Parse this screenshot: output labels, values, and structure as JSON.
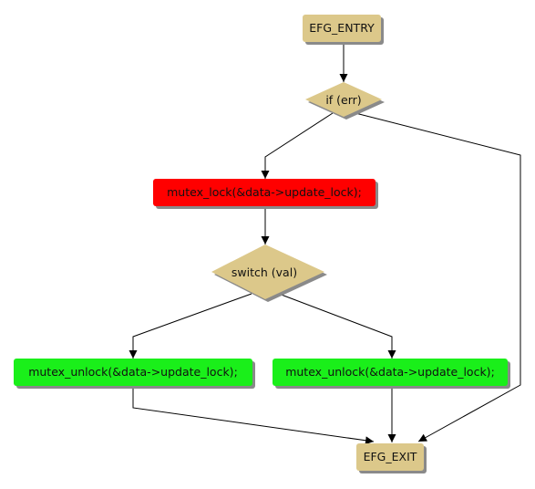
{
  "nodes": {
    "entry": {
      "label": "EFG_ENTRY",
      "fill": "#dcc88a"
    },
    "if_err": {
      "label": "if (err)",
      "fill": "#dcc88a"
    },
    "mutex_lock": {
      "label": "mutex_lock(&data->update_lock);",
      "fill": "#ff0000"
    },
    "switch_val": {
      "label": "switch (val)",
      "fill": "#dcc88a"
    },
    "unlock_left": {
      "label": "mutex_unlock(&data->update_lock);",
      "fill": "#1aef1a"
    },
    "unlock_right": {
      "label": "mutex_unlock(&data->update_lock);",
      "fill": "#1aef1a"
    },
    "exit": {
      "label": "EFG_EXIT",
      "fill": "#dcc88a"
    }
  },
  "edges": [
    {
      "from": "entry",
      "to": "if_err"
    },
    {
      "from": "if_err",
      "to": "mutex_lock"
    },
    {
      "from": "if_err",
      "to": "exit"
    },
    {
      "from": "mutex_lock",
      "to": "switch_val"
    },
    {
      "from": "switch_val",
      "to": "unlock_left"
    },
    {
      "from": "switch_val",
      "to": "unlock_right"
    },
    {
      "from": "unlock_left",
      "to": "exit"
    },
    {
      "from": "unlock_right",
      "to": "exit"
    }
  ]
}
